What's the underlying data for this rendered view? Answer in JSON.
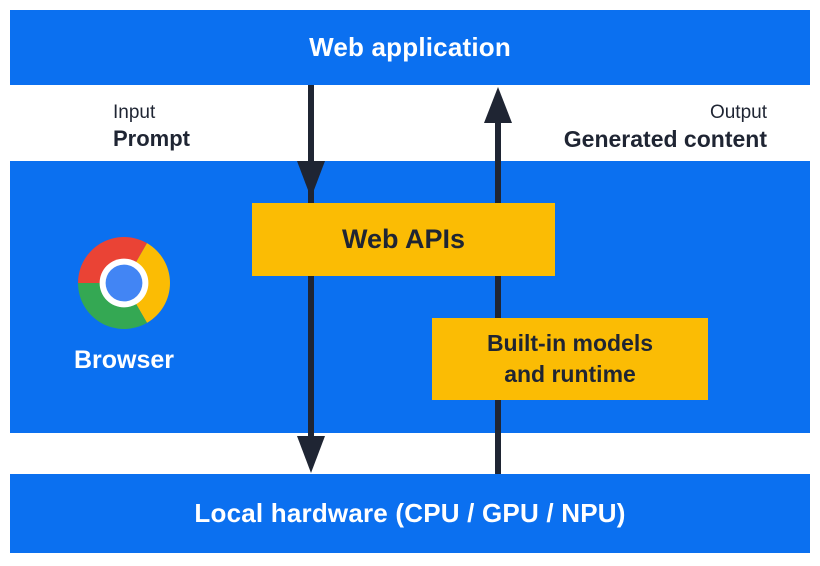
{
  "title": "Web application built-in AI architecture diagram",
  "colors": {
    "panel_blue": "#0b70f0",
    "accent_yellow": "#fbbc04",
    "dark_navy": "#1f2533",
    "text_white": "#ffffff",
    "chrome_red": "#ea4335",
    "chrome_yellow": "#fbbc04",
    "chrome_green": "#34a853",
    "chrome_blue": "#4285f4"
  },
  "top_bar": {
    "label": "Web application"
  },
  "io_labels": {
    "input_title": "Input",
    "input_value": "Prompt",
    "output_title": "Output",
    "output_value": "Generated content"
  },
  "browser_panel": {
    "browser_label": "Browser",
    "web_apis_label": "Web APIs",
    "builtin_line1": "Built-in models",
    "builtin_line2": "and runtime"
  },
  "bottom_bar": {
    "label": "Local hardware (CPU / GPU / NPU)"
  },
  "icons": {
    "chrome_logo": "chrome-logo-icon",
    "down_arrow": "arrow-down-icon",
    "up_arrow": "arrow-up-icon"
  }
}
